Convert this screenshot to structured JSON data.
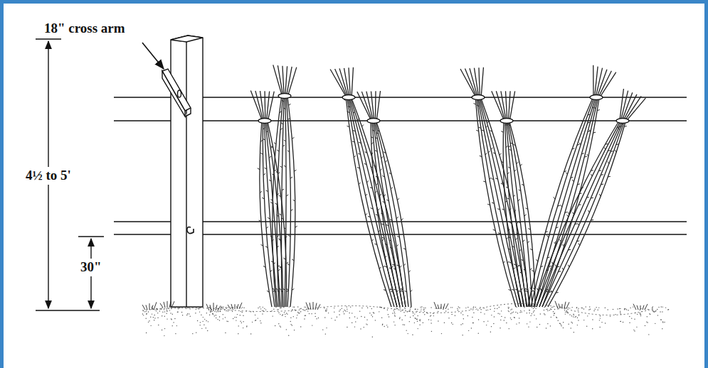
{
  "diagram": {
    "labels": [
      "18\" cross arm",
      "4½ to 5'",
      "30\""
    ]
  }
}
